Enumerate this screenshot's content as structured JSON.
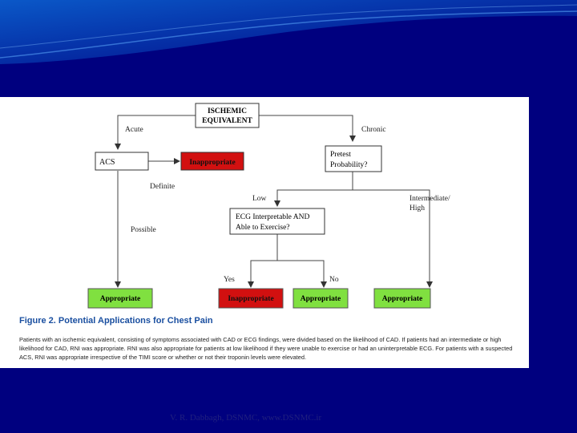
{
  "colors": {
    "background": "#00007f",
    "inappropriate_fill": "#d21010",
    "appropriate_fill": "#80e040",
    "caption_title": "#1a4fa0"
  },
  "diagram": {
    "nodes": {
      "ischemic": [
        "ISCHEMIC",
        "EQUIVALENT"
      ],
      "acs": "ACS",
      "inappropriate_top": "Inappropriate",
      "pretest": [
        "Pretest",
        "Probability?"
      ],
      "ecg": [
        "ECG Interpretable AND",
        "Able to Exercise?"
      ],
      "appropriate_left": "Appropriate",
      "inappropriate_bottom": "Inappropriate",
      "appropriate_middle": "Appropriate",
      "appropriate_right": "Appropriate"
    },
    "edge_labels": {
      "acute": "Acute",
      "chronic": "Chronic",
      "definite": "Definite",
      "possible": "Possible",
      "low": "Low",
      "intermediate_high": [
        "Intermediate/",
        "High"
      ],
      "yes": "Yes",
      "no": "No"
    }
  },
  "caption": {
    "title": "Figure 2.  Potential Applications for Chest Pain",
    "body": "Patients with an ischemic equivalent, consisting of symptoms associated with CAD or ECG findings, were divided based on the likelihood of CAD. If patients had an intermediate or high likelihood for CAD, RNI was appropriate. RNI was also appropriate for patients at low likelihood if they were unable to exercise or had an uninterpretable ECG. For patients with a suspected ACS, RNI was appropriate irrespective of the TIMI score or whether or not their troponin levels were elevated."
  },
  "footer": "V. R. Dabbagh, DSNMC,   www.DSNMC.ir"
}
